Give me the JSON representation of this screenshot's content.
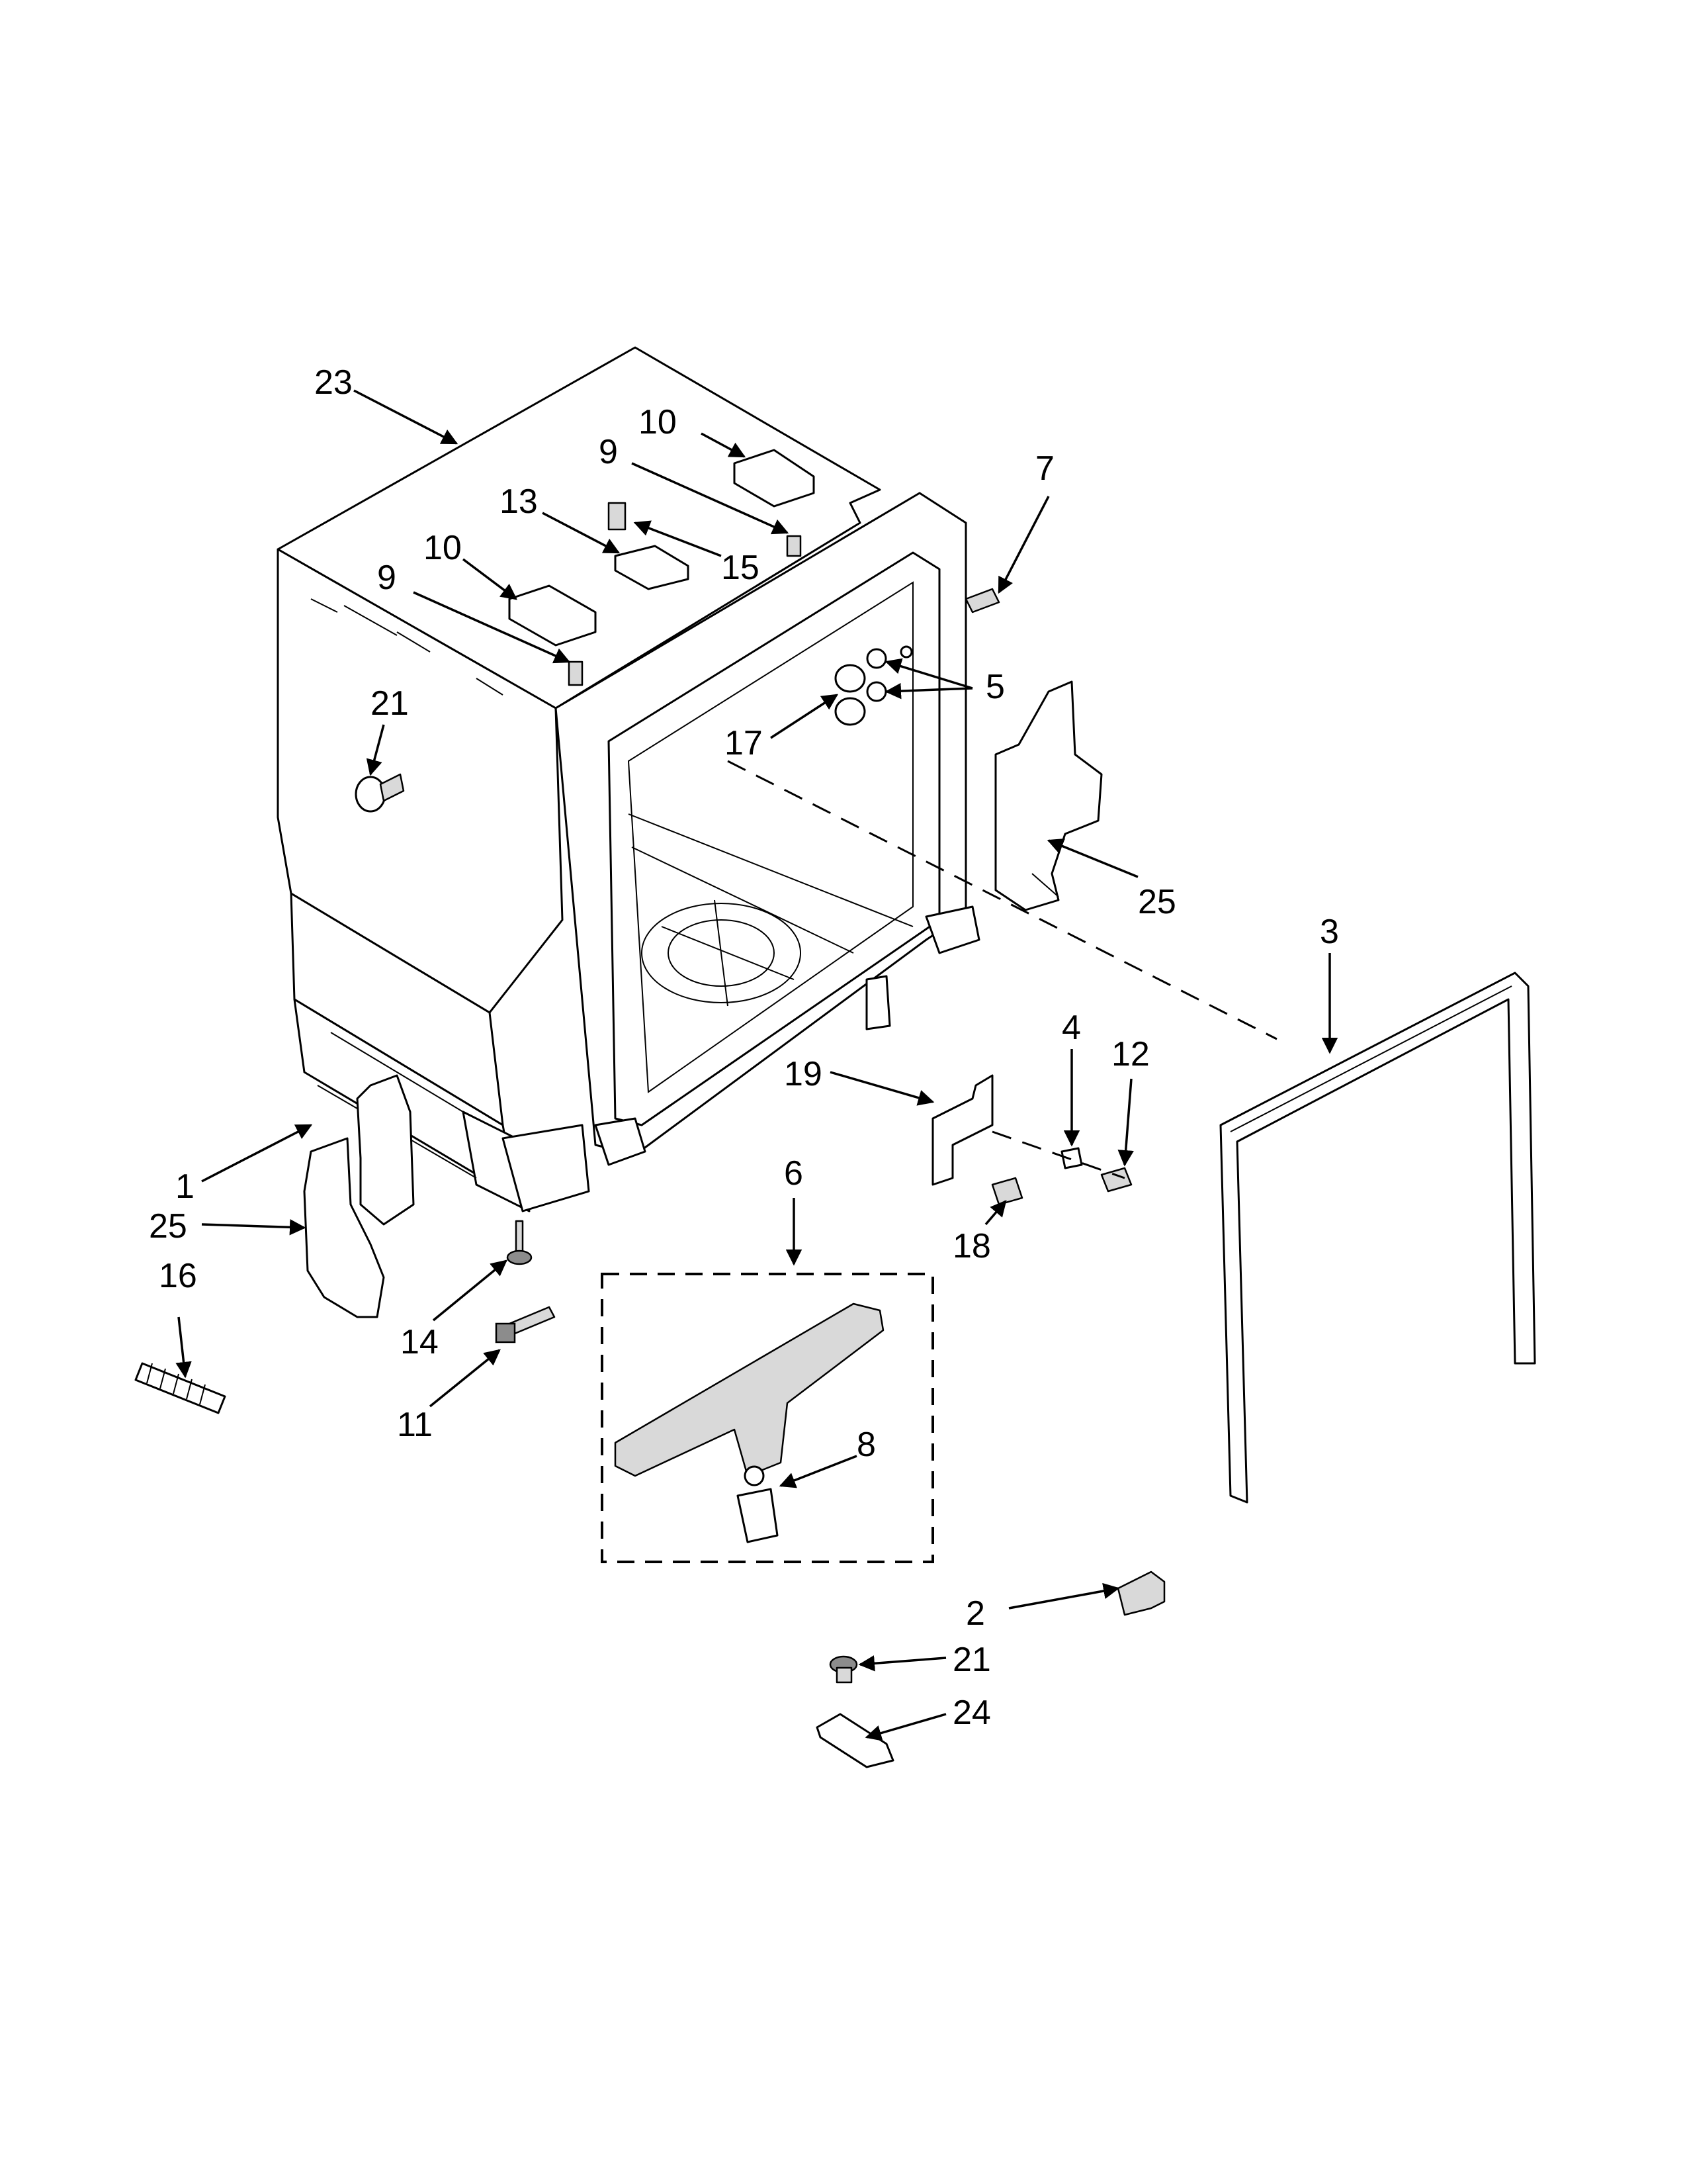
{
  "diagram": {
    "type": "exploded parts diagram",
    "callouts": [
      {
        "id": "c23",
        "text": "23"
      },
      {
        "id": "c10a",
        "text": "10"
      },
      {
        "id": "c9a",
        "text": "9"
      },
      {
        "id": "c13",
        "text": "13"
      },
      {
        "id": "c15",
        "text": "15"
      },
      {
        "id": "c10b",
        "text": "10"
      },
      {
        "id": "c9b",
        "text": "9"
      },
      {
        "id": "c7",
        "text": "7"
      },
      {
        "id": "c5",
        "text": "5"
      },
      {
        "id": "c17",
        "text": "17"
      },
      {
        "id": "c21a",
        "text": "21"
      },
      {
        "id": "c25a",
        "text": "25"
      },
      {
        "id": "c3",
        "text": "3"
      },
      {
        "id": "c4",
        "text": "4"
      },
      {
        "id": "c12",
        "text": "12"
      },
      {
        "id": "c19",
        "text": "19"
      },
      {
        "id": "c18",
        "text": "18"
      },
      {
        "id": "c6",
        "text": "6"
      },
      {
        "id": "c8",
        "text": "8"
      },
      {
        "id": "c1",
        "text": "1"
      },
      {
        "id": "c25b",
        "text": "25"
      },
      {
        "id": "c16",
        "text": "16"
      },
      {
        "id": "c14",
        "text": "14"
      },
      {
        "id": "c11",
        "text": "11"
      },
      {
        "id": "c2",
        "text": "2"
      },
      {
        "id": "c21b",
        "text": "21"
      },
      {
        "id": "c24",
        "text": "24"
      }
    ]
  }
}
